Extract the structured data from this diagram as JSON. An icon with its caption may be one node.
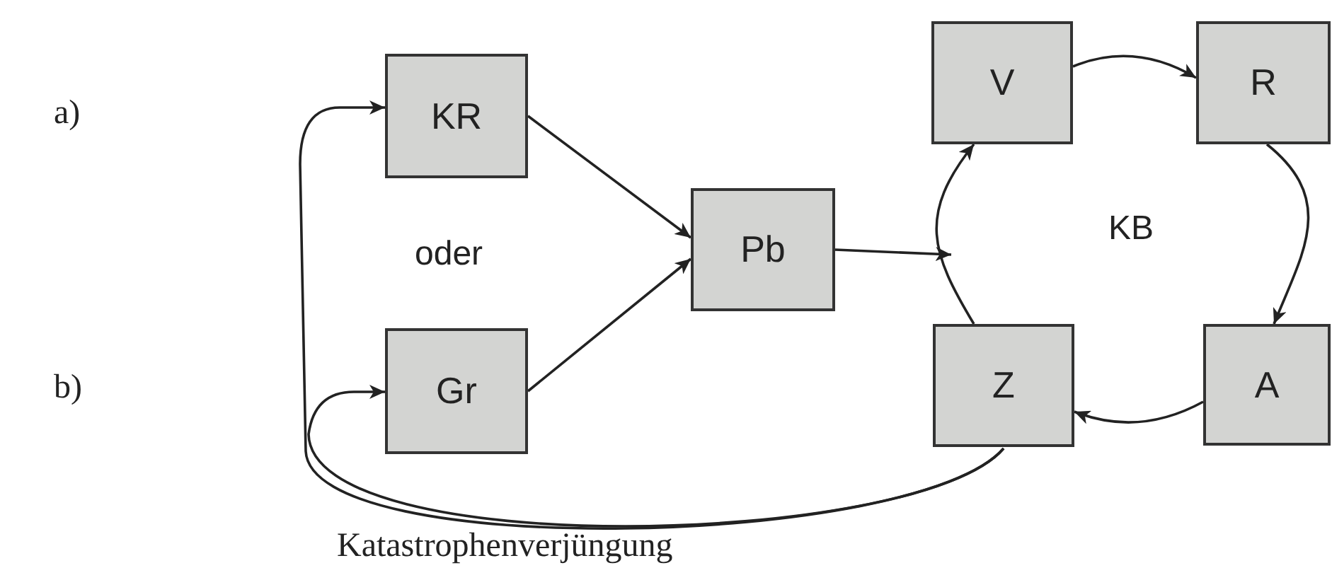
{
  "diagram": {
    "nodes": [
      {
        "text": [
          "KR"
        ]
      },
      {
        "text": [
          "Gr"
        ]
      },
      {
        "text": [
          "Pb"
        ]
      },
      {
        "text": [
          "V"
        ]
      },
      {
        "text": [
          "R"
        ]
      },
      {
        "text": [
          "A"
        ]
      },
      {
        "text": [
          "Z"
        ]
      }
    ],
    "edges": [
      {
        "from": 0,
        "to": 2,
        "arrow": "to"
      },
      {
        "from": 1,
        "to": 2,
        "arrow": "to"
      },
      {
        "from": 2,
        "to": null,
        "arrow": "to"
      },
      {
        "from": 3,
        "to": 4,
        "arrow": "to"
      },
      {
        "from": 4,
        "to": 5,
        "arrow": "to"
      },
      {
        "from": 5,
        "to": 6,
        "arrow": "to"
      },
      {
        "from": 6,
        "to": 3,
        "arrow": "to"
      },
      {
        "from": 6,
        "to": 0,
        "arrow": "to"
      },
      {
        "from": 6,
        "to": 1,
        "arrow": "to"
      }
    ],
    "labels": [
      "a)",
      "oder",
      "KB",
      "b)",
      "Katastrophenverjüngung"
    ]
  }
}
